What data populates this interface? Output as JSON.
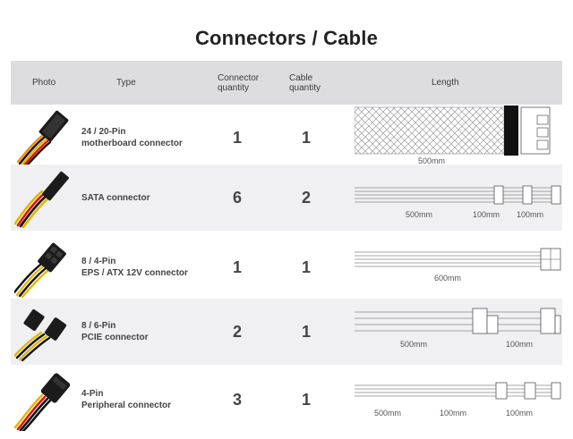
{
  "title": "Connectors / Cable",
  "header": {
    "photo": "Photo",
    "type": "Type",
    "connector_qty_l1": "Connector",
    "connector_qty_l2": "quantity",
    "cable_qty_l1": "Cable",
    "cable_qty_l2": "quantity",
    "length": "Length"
  },
  "rows": [
    {
      "type_l1": "24 / 20-Pin",
      "type_l2": "motherboard connector",
      "connector_qty": "1",
      "cable_qty": "1",
      "lengths": [
        "500mm"
      ]
    },
    {
      "type_l1": "SATA connector",
      "type_l2": "",
      "connector_qty": "6",
      "cable_qty": "2",
      "lengths": [
        "500mm",
        "100mm",
        "100mm"
      ]
    },
    {
      "type_l1": "8 / 4-Pin",
      "type_l2": "EPS / ATX 12V connector",
      "connector_qty": "1",
      "cable_qty": "1",
      "lengths": [
        "600mm"
      ]
    },
    {
      "type_l1": "8 / 6-Pin",
      "type_l2": "PCIE connector",
      "connector_qty": "2",
      "cable_qty": "1",
      "lengths": [
        "500mm",
        "100mm"
      ]
    },
    {
      "type_l1": "4-Pin",
      "type_l2": "Peripheral connector",
      "connector_qty": "3",
      "cable_qty": "1",
      "lengths": [
        "500mm",
        "100mm",
        "100mm"
      ]
    }
  ],
  "colors": {
    "header_bg": "#dddde0",
    "row_shade": "#f0f0f2"
  }
}
